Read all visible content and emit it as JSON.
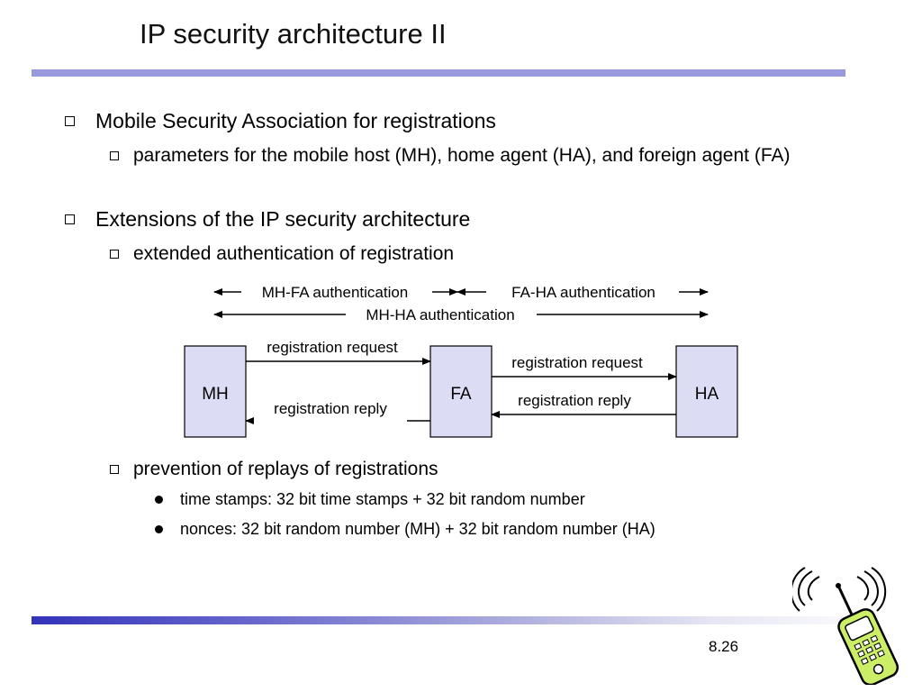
{
  "slide": {
    "title": "IP security architecture II",
    "page_number": "8.26"
  },
  "bullets": {
    "b1": "Mobile Security Association for registrations",
    "b1_1": "parameters for the mobile host (MH), home agent (HA), and foreign agent (FA)",
    "b2": "Extensions of the IP security architecture",
    "b2_1": "extended authentication of registration",
    "b2_2": "prevention of replays of registrations",
    "b2_2_1": "time stamps: 32 bit time stamps + 32 bit random number",
    "b2_2_2": "nonces: 32 bit random number (MH) + 32 bit random number (HA)"
  },
  "diagram": {
    "auth_mh_fa": "MH-FA authentication",
    "auth_fa_ha": "FA-HA authentication",
    "auth_mh_ha": "MH-HA authentication",
    "nodes": {
      "mh": "MH",
      "fa": "FA",
      "ha": "HA"
    },
    "mh_fa_request": "registration request",
    "mh_fa_reply": "registration reply",
    "fa_ha_request": "registration request",
    "fa_ha_reply": "registration reply",
    "node_fill": "#dcdcf4"
  }
}
